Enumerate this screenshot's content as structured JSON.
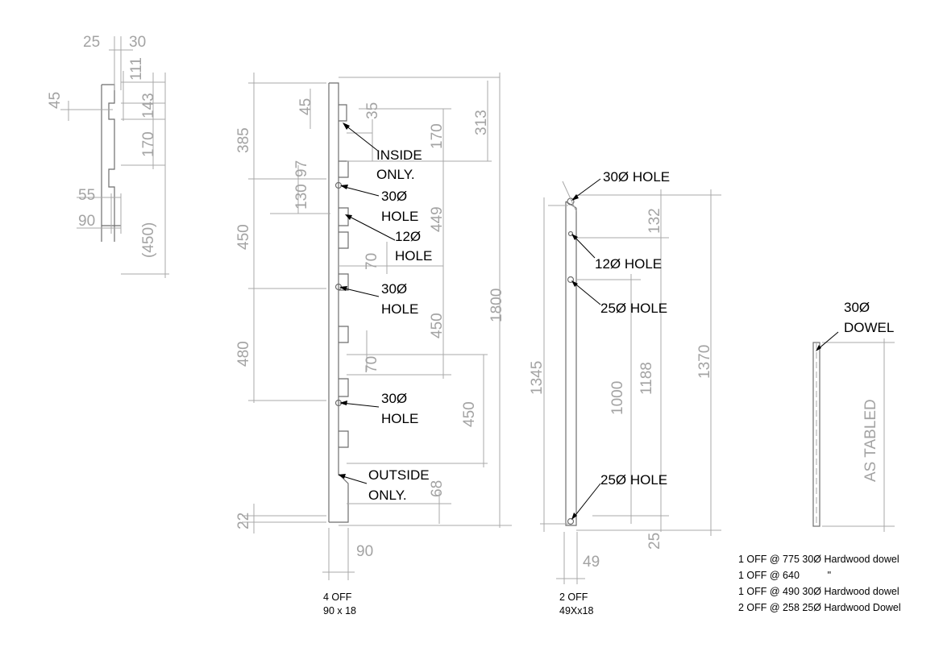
{
  "detail": {
    "dims": [
      "25",
      "30",
      "111",
      "143",
      "45",
      "170",
      "55",
      "90",
      "(450)"
    ]
  },
  "side_rail": {
    "dims": [
      "385",
      "45",
      "35",
      "170",
      "313",
      "97",
      "130",
      "449",
      "450",
      "70",
      "1800",
      "480",
      "450",
      "70",
      "450",
      "68",
      "22",
      "90"
    ],
    "labels": [
      "INSIDE",
      "ONLY.",
      "30Ø",
      "HOLE",
      "12Ø",
      "HOLE",
      "30Ø",
      "HOLE",
      "30Ø",
      "HOLE",
      "OUTSIDE",
      "ONLY."
    ],
    "caption": [
      "4 OFF",
      "90 x 18"
    ]
  },
  "leg": {
    "dims": [
      "132",
      "1345",
      "1000",
      "1188",
      "1370",
      "25",
      "49"
    ],
    "labels": [
      "30Ø HOLE",
      "12Ø HOLE",
      "25Ø HOLE",
      "25Ø HOLE"
    ],
    "caption": [
      "2 OFF",
      "49Xx18"
    ]
  },
  "dowel": {
    "labels": [
      "30Ø",
      "DOWEL"
    ],
    "dims": [
      "AS TABLED"
    ]
  },
  "schedule": [
    {
      "text": "1 OFF @ 775  30Ø Hardwood dowel"
    },
    {
      "text": "1 OFF @ 640          \""
    },
    {
      "text": "1 OFF @ 490  30Ø Hardwood dowel"
    },
    {
      "text": "2 OFF @ 258  25Ø Hardwood Dowel"
    }
  ]
}
